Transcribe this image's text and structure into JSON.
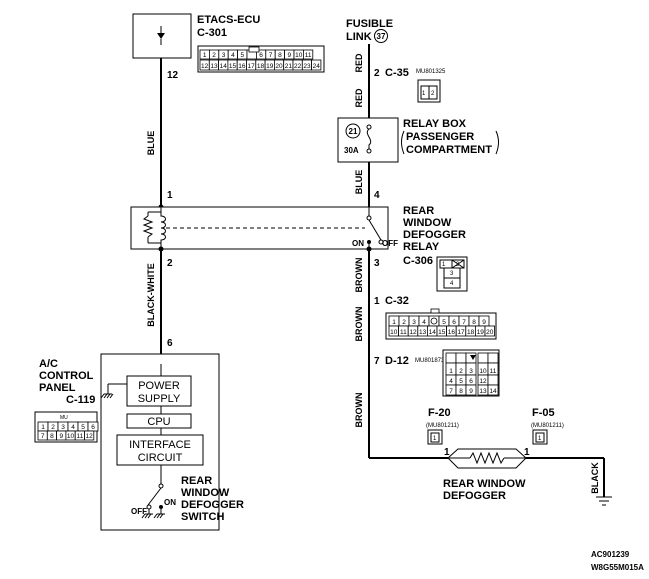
{
  "etacs": {
    "name": "ETACS-ECU",
    "connector": "C-301",
    "pin": "12",
    "cells_top": [
      "1",
      "2",
      "3",
      "4",
      "5",
      "",
      "6",
      "7",
      "8",
      "9",
      "10",
      "11"
    ],
    "cells_bot": [
      "12",
      "13",
      "14",
      "15",
      "16",
      "17",
      "18",
      "19",
      "20",
      "21",
      "22",
      "23",
      "24"
    ]
  },
  "fusible": {
    "line1": "FUSIBLE",
    "line2": "LINK",
    "number": "37"
  },
  "c35": {
    "pin": "2",
    "connector": "C-35",
    "part": "MU801325",
    "cells": [
      "1",
      "2"
    ]
  },
  "relay_box": {
    "line1": "RELAY BOX",
    "line2": "PASSENGER",
    "line3": "COMPARTMENT",
    "fuse_no": "21",
    "amps": "30A"
  },
  "relay": {
    "line1": "REAR",
    "line2": "WINDOW",
    "line3": "DEFOGGER",
    "line4": "RELAY",
    "connector": "C-306",
    "on": "ON",
    "off": "OFF",
    "pin_tl": "1",
    "pin_bl": "2",
    "pin_tr": "4",
    "pin_br": "3",
    "cells": [
      "1",
      "2",
      "3",
      "4"
    ]
  },
  "c32": {
    "pin": "1",
    "connector": "C-32",
    "cells_top": [
      "1",
      "2",
      "3",
      "4",
      "",
      "5",
      "6",
      "7",
      "8",
      "9"
    ],
    "cells_bot": [
      "10",
      "11",
      "12",
      "13",
      "14",
      "15",
      "16",
      "17",
      "18",
      "19",
      "20"
    ]
  },
  "d12": {
    "pin": "7",
    "connector": "D-12",
    "part": "MU801873",
    "cells": [
      "1",
      "2",
      "3",
      "4",
      "5",
      "6",
      "7",
      "8",
      "9",
      "10",
      "11",
      "12",
      "13",
      "14"
    ]
  },
  "ac_panel": {
    "line1": "A/C",
    "line2": "CONTROL",
    "line3": "PANEL",
    "connector": "C-119",
    "pin": "6",
    "part": "MU",
    "cells": [
      "1",
      "2",
      "3",
      "4",
      "5",
      "6",
      "7",
      "8",
      "9",
      "10",
      "11",
      "12"
    ],
    "power1": "POWER",
    "power2": "SUPPLY",
    "cpu": "CPU",
    "iface1": "INTERFACE",
    "iface2": "CIRCUIT",
    "sw1": "REAR",
    "sw2": "WINDOW",
    "sw3": "DEFOGGER",
    "sw4": "SWITCH",
    "on": "ON",
    "off": "OFF"
  },
  "wires": {
    "blue_left": "BLUE",
    "black_white": "BLACK-WHITE",
    "red_top": "RED",
    "red_mid": "RED",
    "blue_right": "BLUE",
    "brown1": "BROWN",
    "brown2": "BROWN",
    "brown3": "BROWN",
    "black": "BLACK"
  },
  "f20": {
    "connector": "F-20",
    "part": "(MU801211)",
    "pin": "1",
    "cell": "1"
  },
  "f05": {
    "connector": "F-05",
    "part": "(MU801211)",
    "pin": "1",
    "cell": "1"
  },
  "defogger": {
    "line1": "REAR WINDOW",
    "line2": "DEFOGGER"
  },
  "footer": {
    "code1": "AC901239",
    "code2": "W8G55M015A"
  }
}
